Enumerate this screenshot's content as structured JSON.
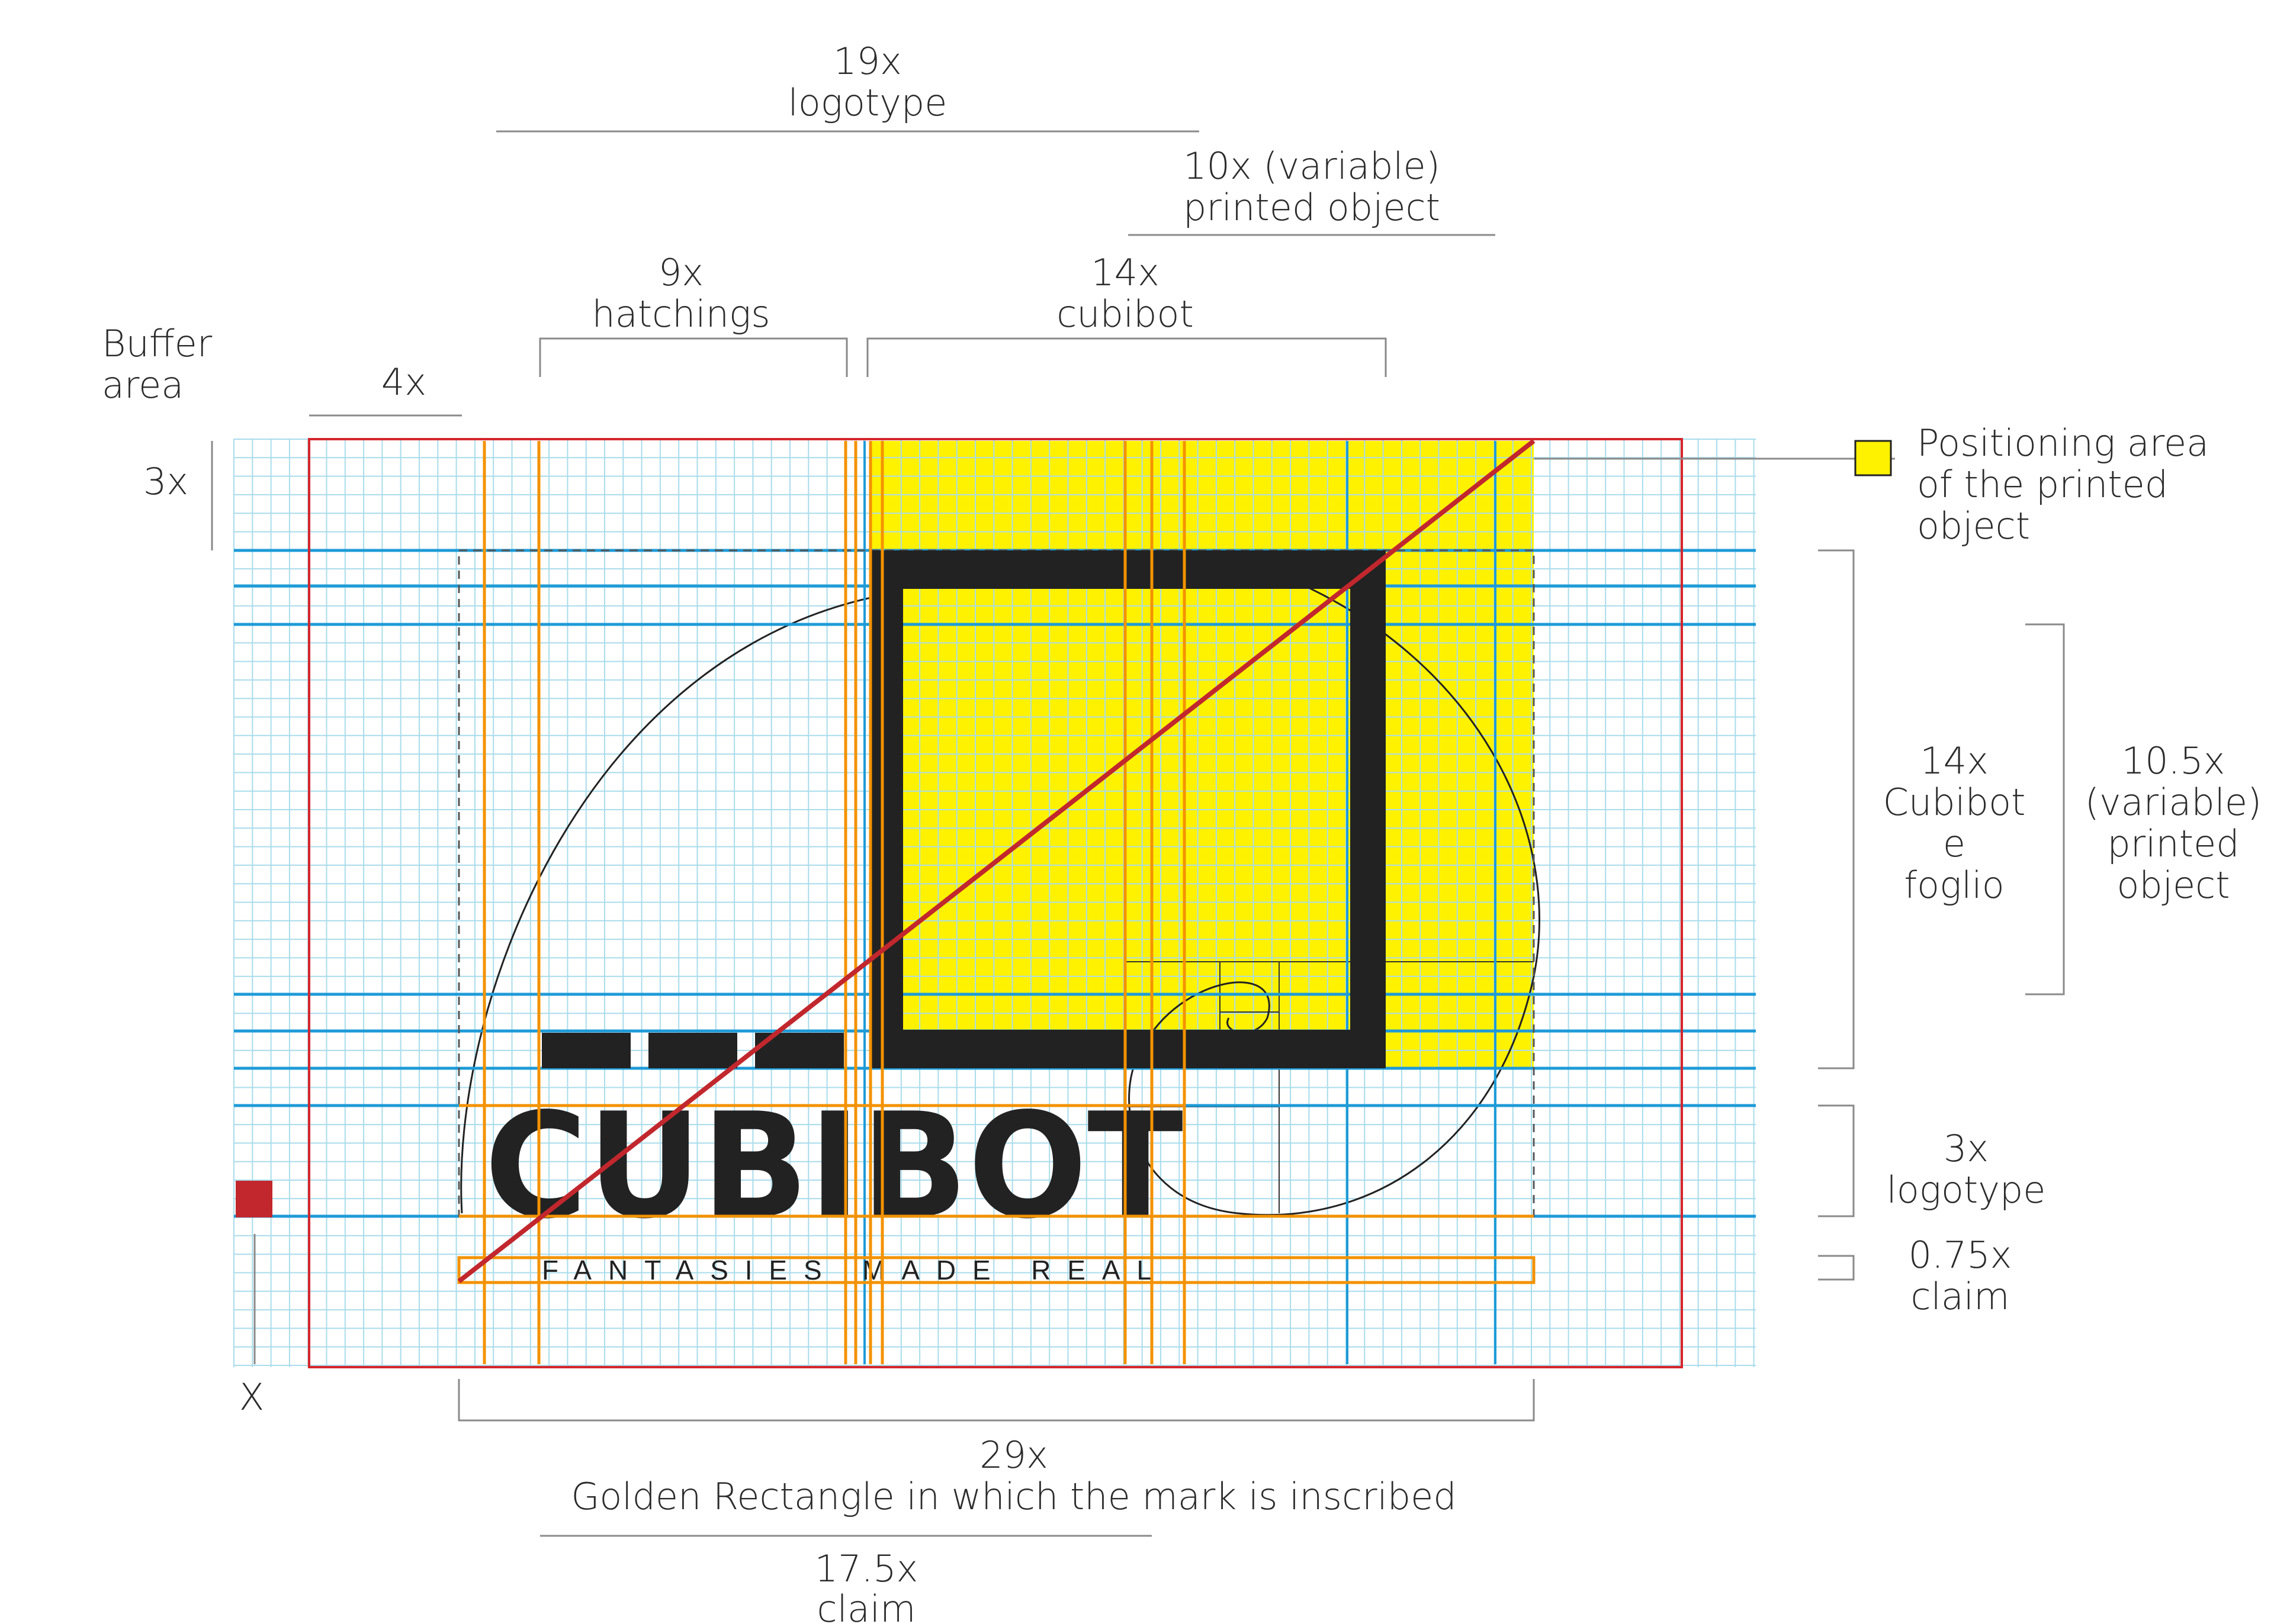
{
  "labels": {
    "logotype_19x": {
      "value": "19x",
      "text": "logotype"
    },
    "printed_10x": {
      "value": "10x (variable)",
      "text": "printed object"
    },
    "hatchings_9x": {
      "value": "9x",
      "text": "hatchings"
    },
    "cubibot_14x": {
      "value": "14x",
      "text": "cubibot"
    },
    "buffer": {
      "line1": "Buffer",
      "line2": "area"
    },
    "unit_4x": "4x",
    "unit_3x": "3x",
    "unit_x": "X",
    "positioning": {
      "line1": "Positioning area",
      "line2": "of the printed",
      "line3": "object"
    },
    "cubibot_foglio": {
      "value": "14x",
      "line1": "Cubibot",
      "line2": "e",
      "line3": "foglio"
    },
    "printed_10_5x": {
      "value": "10.5x",
      "line1": "(variable)",
      "line2": "printed",
      "line3": "object"
    },
    "logotype_3x": {
      "value": "3x",
      "text": "logotype"
    },
    "claim_075x": {
      "value": "0.75x",
      "text": "claim"
    },
    "golden_29x": {
      "value": "29x",
      "text": "Golden Rectangle in which the mark is inscribed"
    },
    "claim_175x": {
      "value": "17.5x",
      "text": "claim"
    }
  },
  "logo": {
    "wordmark": "CUBIBOT",
    "claim": "FANTASIES MADE REAL"
  },
  "colors": {
    "positioning_yellow": "#FFF200",
    "mark_black": "#222222",
    "buffer_red": "#D6262C",
    "construction_orange": "#F39200",
    "guide_blue": "#1E9BD7",
    "grid_light_blue": "#A9DCEB",
    "diagonal_red": "#C1272D"
  }
}
